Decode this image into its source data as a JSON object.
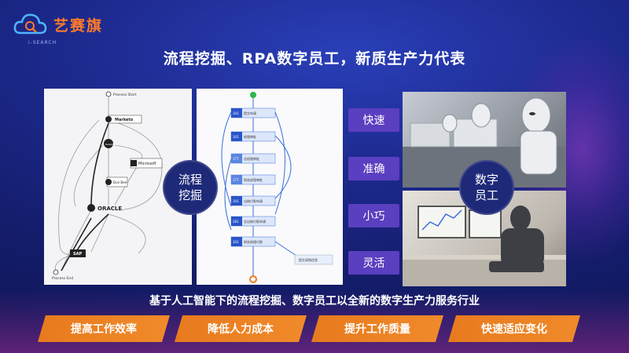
{
  "brand": {
    "name": "艺赛旗",
    "sub": "i-SEARCH"
  },
  "title": "流程挖掘、RPA数字员工，新质生产力代表",
  "process_mining_label": [
    "流程",
    "挖掘"
  ],
  "digital_worker_label": [
    "数字",
    "员工"
  ],
  "tags": [
    "快速",
    "准确",
    "小巧",
    "灵活"
  ],
  "process_graph": {
    "start": "Process Start",
    "end": "Process End",
    "nodes": [
      "Marketo",
      "Salesforce",
      "Microsoft",
      "Dun Bee",
      "ORACLE",
      "SAP"
    ]
  },
  "flow_chart": {
    "counts": [
      "341",
      "341",
      "177",
      "177",
      "341",
      "281",
      "341"
    ],
    "steps": [
      "提交申请",
      "经理审批",
      "总经理审批",
      "财务经理审批",
      "出纳付款申请",
      "总出纳付款申请",
      "财务经理付款",
      "提交采购信息"
    ]
  },
  "subtitle": "基于人工智能下的流程挖掘、数字员工以全新的数字生产力服务行业",
  "ribbons": [
    "提高工作效率",
    "降低人力成本",
    "提升工作质量",
    "快速适应变化"
  ],
  "colors": {
    "accent_orange": "#f08a2a",
    "tag_purple": "#5a3fc0",
    "navy": "#141d6b"
  }
}
